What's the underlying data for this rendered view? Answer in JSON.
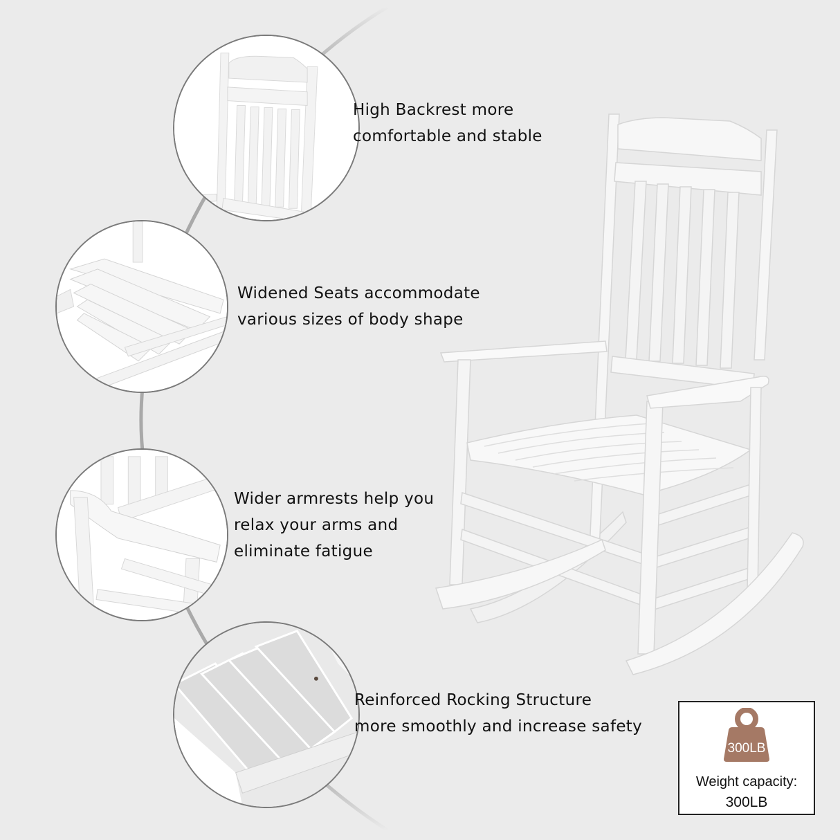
{
  "features": [
    {
      "lines": [
        "High Backrest more",
        "comfortable and stable"
      ],
      "detail": "backrest"
    },
    {
      "lines": [
        "Widened Seats accommodate",
        "various sizes of body shape"
      ],
      "detail": "seat"
    },
    {
      "lines": [
        "Wider armrests help you",
        "relax your arms and",
        "eliminate fatigue"
      ],
      "detail": "armrest"
    },
    {
      "lines": [
        "Reinforced Rocking Structure",
        "more smoothly and increase safety"
      ],
      "detail": "rocking-structure"
    }
  ],
  "badge": {
    "icon": "weight-icon",
    "icon_label": "300LB",
    "caption_line1": "Weight capacity:",
    "caption_line2": "300LB"
  },
  "colors": {
    "background": "#ebebeb",
    "circle_border": "#7a7a7a",
    "arc": "#a9a9a9",
    "weight_icon": "#a57965",
    "text": "#111111"
  }
}
